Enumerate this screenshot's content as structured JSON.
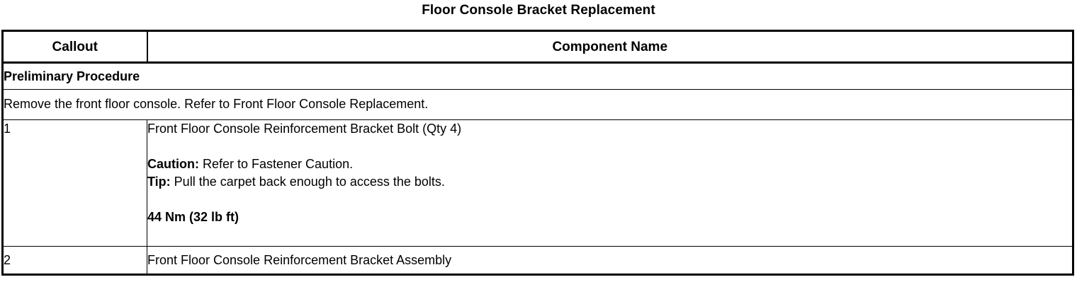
{
  "document": {
    "title": "Floor Console Bracket Replacement"
  },
  "table": {
    "headers": {
      "callout": "Callout",
      "component_name": "Component Name"
    },
    "preliminary": {
      "heading": "Preliminary Procedure",
      "text": "Remove the front floor console. Refer to Front Floor Console Replacement."
    },
    "rows": [
      {
        "callout": "1",
        "component": "Front Floor Console Reinforcement Bracket Bolt (Qty 4)",
        "caution_label": "Caution:",
        "caution_text": " Refer to Fastener Caution.",
        "tip_label": "Tip:",
        "tip_text": " Pull the carpet back enough to access the bolts.",
        "torque": "44 Nm (32 lb ft)"
      },
      {
        "callout": "2",
        "component": "Front Floor Console Reinforcement Bracket Assembly"
      }
    ]
  },
  "colors": {
    "background": "#ffffff",
    "text": "#000000",
    "border": "#000000"
  }
}
